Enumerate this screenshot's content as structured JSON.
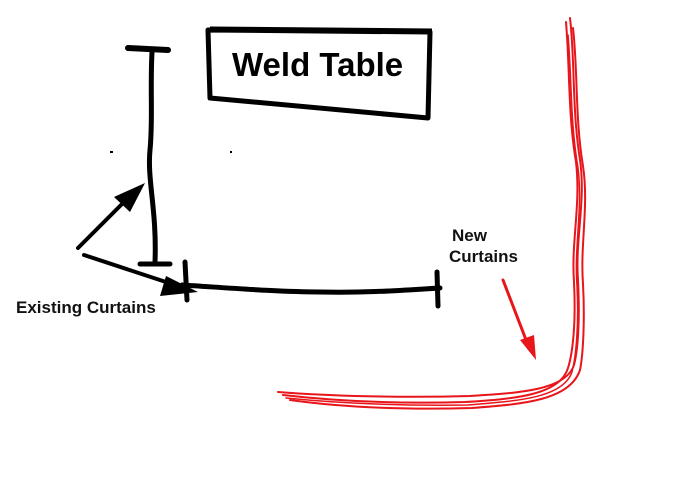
{
  "title": {
    "text": "Weld Table"
  },
  "labels": {
    "new_curtains_line1": "New",
    "new_curtains_line2": "Curtains",
    "existing_curtains": "Existing Curtains"
  },
  "colors": {
    "background": "#ffffff",
    "existing_curtain_stroke": "#000000",
    "new_curtain_stroke": "#e8151b",
    "new_curtain_arrow": "#e8151b",
    "existing_curtain_arrow": "#000000",
    "title_box_stroke": "#000000"
  },
  "elements": {
    "existing_curtain_vertical": "existing-curtain-vertical",
    "existing_curtain_horizontal": "existing-curtain-horizontal",
    "new_curtain": "new-curtain"
  }
}
